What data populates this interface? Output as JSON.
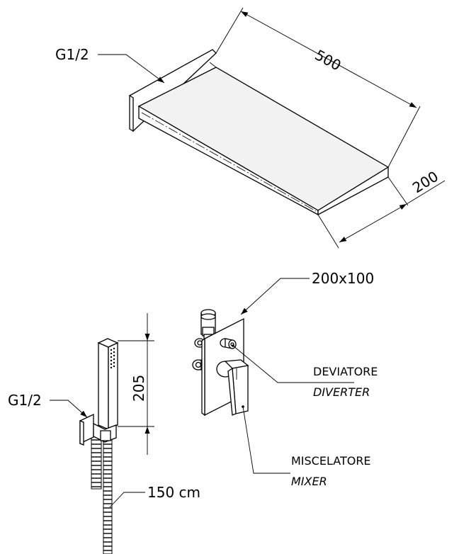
{
  "shower_head": {
    "inlet_thread": "G1/2",
    "length_dim": "500",
    "width_dim": "200"
  },
  "mixer": {
    "plate_dim": "200x100",
    "diverter_label_it": "DEVIATORE",
    "diverter_label_en": "DIVERTER",
    "mixer_label_it": "MISCELATORE",
    "mixer_label_en": "MIXER"
  },
  "hand_shower": {
    "inlet_thread": "G1/2",
    "height_dim": "205",
    "hose_length": "150 cm"
  }
}
